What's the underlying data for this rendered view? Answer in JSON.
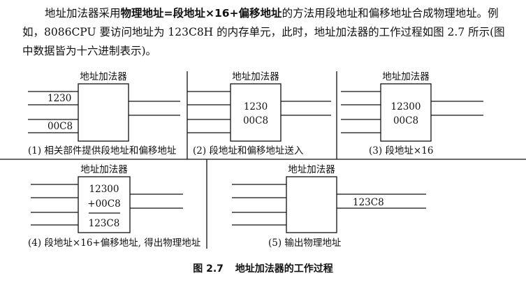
{
  "paragraph": {
    "before": "地址加法器采用",
    "bold": "物理地址=段地址×16+偏移地址",
    "after": "的方法用段地址和偏移地址合成物理地址。例如，8086CPU 要访问地址为 123C8H 的内存单元，此时，地址加法器的工作过程如图 2.7 所示(图中数据皆为十六进制表示)。"
  },
  "box_title": "地址加法器",
  "panels": [
    {
      "label": "(1) 相关部件提供段地址和偏移地址",
      "input_a": "1230",
      "input_b": "00C8"
    },
    {
      "label": "(2) 段地址和偏移地址送入",
      "inside_a": "1230",
      "inside_b": "00C8"
    },
    {
      "label": "(3) 段地址×16",
      "inside_a": "12300",
      "inside_b": "00C8"
    },
    {
      "label": "(4) 段地址×16+偏移地址, 得出物理地址",
      "inside_a": "12300",
      "inside_b": "+00C8",
      "inside_c": "123C8"
    },
    {
      "label": "(5) 输出物理地址",
      "output": "123C8"
    }
  ],
  "caption": {
    "number": "图 2.7",
    "title": "地址加法器的工作过程"
  }
}
